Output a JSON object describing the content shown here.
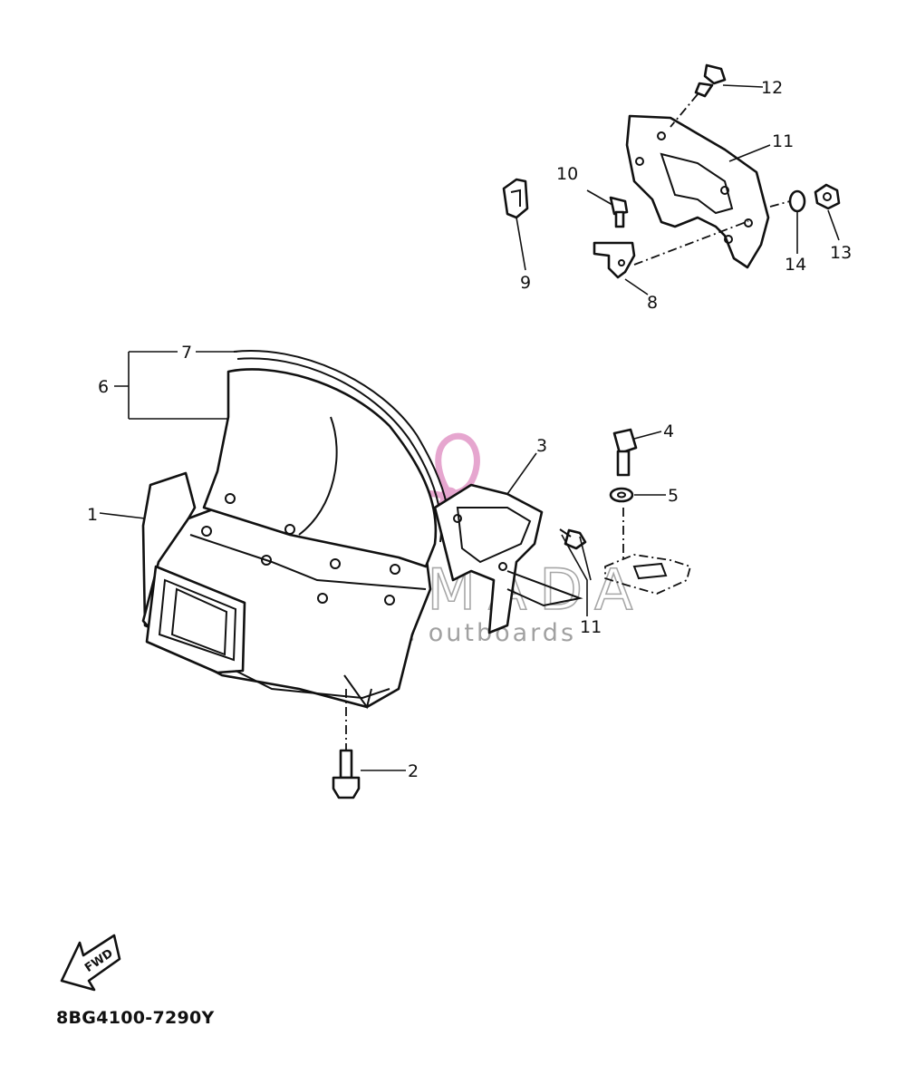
{
  "callouts": {
    "c1": "1",
    "c2": "2",
    "c3": "3",
    "c4": "4",
    "c5": "5",
    "c6": "6",
    "c7": "7",
    "c8": "8",
    "c9": "9",
    "c10": "10",
    "c11a": "11",
    "c11b": "11",
    "c12": "12",
    "c13": "13",
    "c14": "14"
  },
  "fwd_label": "FWD",
  "diagram_code": "8BG4100-7290Y",
  "watermark": {
    "brand": "ARMADA",
    "tagline": "marine outboards",
    "accent_color": "#e6a6cf"
  },
  "colors": {
    "line": "#111111",
    "watermark_text": "#8a8a8a"
  }
}
